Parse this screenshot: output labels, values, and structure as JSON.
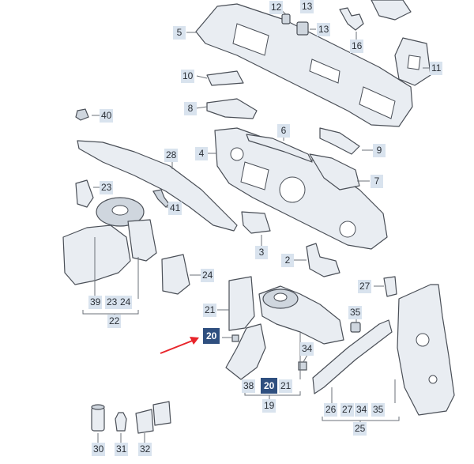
{
  "labels": {
    "l12": "12",
    "l13a": "13",
    "l5": "5",
    "l13": "13",
    "l16": "16",
    "l11": "11",
    "l10": "10",
    "l8": "8",
    "l40": "40",
    "l6": "6",
    "l4": "4",
    "l9": "9",
    "l28": "28",
    "l7": "7",
    "l23": "23",
    "l41": "41",
    "l3": "3",
    "l2": "2",
    "l24": "24",
    "l27": "27",
    "l21a": "21",
    "l35": "35",
    "l39": "39",
    "l23b": "23",
    "l24b": "24",
    "l22": "22",
    "l20a": "20",
    "l34": "34",
    "l38": "38",
    "l20b": "20",
    "l21b": "21",
    "l19": "19",
    "l26": "26",
    "l27b": "27",
    "l34b": "34",
    "l35b": "35",
    "l25": "25",
    "l30": "30",
    "l31": "31",
    "l32": "32"
  },
  "colors": {
    "label_bg": "#d9e3ee",
    "highlight_bg": "#2f4f7f",
    "arrow": "#e8242a"
  },
  "arrow_target": "20"
}
